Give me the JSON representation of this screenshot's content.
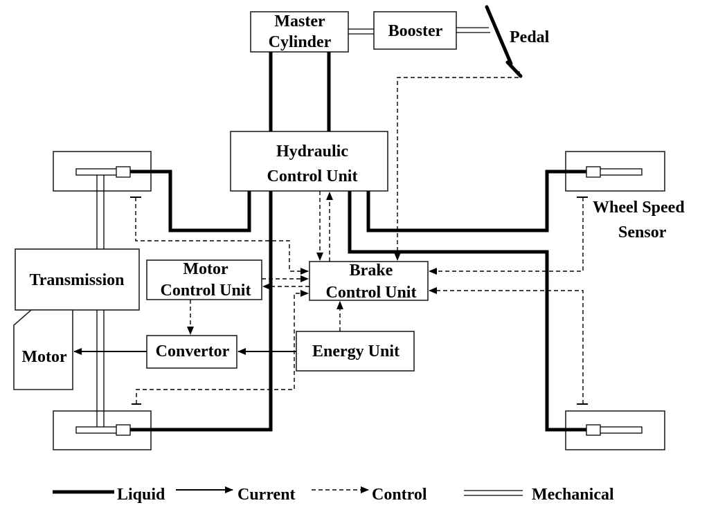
{
  "components": {
    "master_cylinder": [
      "Master",
      "Cylinder"
    ],
    "booster": "Booster",
    "pedal": "Pedal",
    "hydraulic_control_unit": [
      "Hydraulic",
      "Control Unit"
    ],
    "wheel_speed_sensor": [
      "Wheel Speed",
      "Sensor"
    ],
    "transmission": "Transmission",
    "motor": "Motor",
    "motor_control_unit": [
      "Motor",
      "Control Unit"
    ],
    "brake_control_unit": [
      "Brake",
      "Control Unit"
    ],
    "convertor": "Convertor",
    "energy_unit": "Energy Unit"
  },
  "legend": {
    "liquid": "Liquid",
    "current": "Current",
    "control": "Control",
    "mechanical": "Mechanical"
  }
}
